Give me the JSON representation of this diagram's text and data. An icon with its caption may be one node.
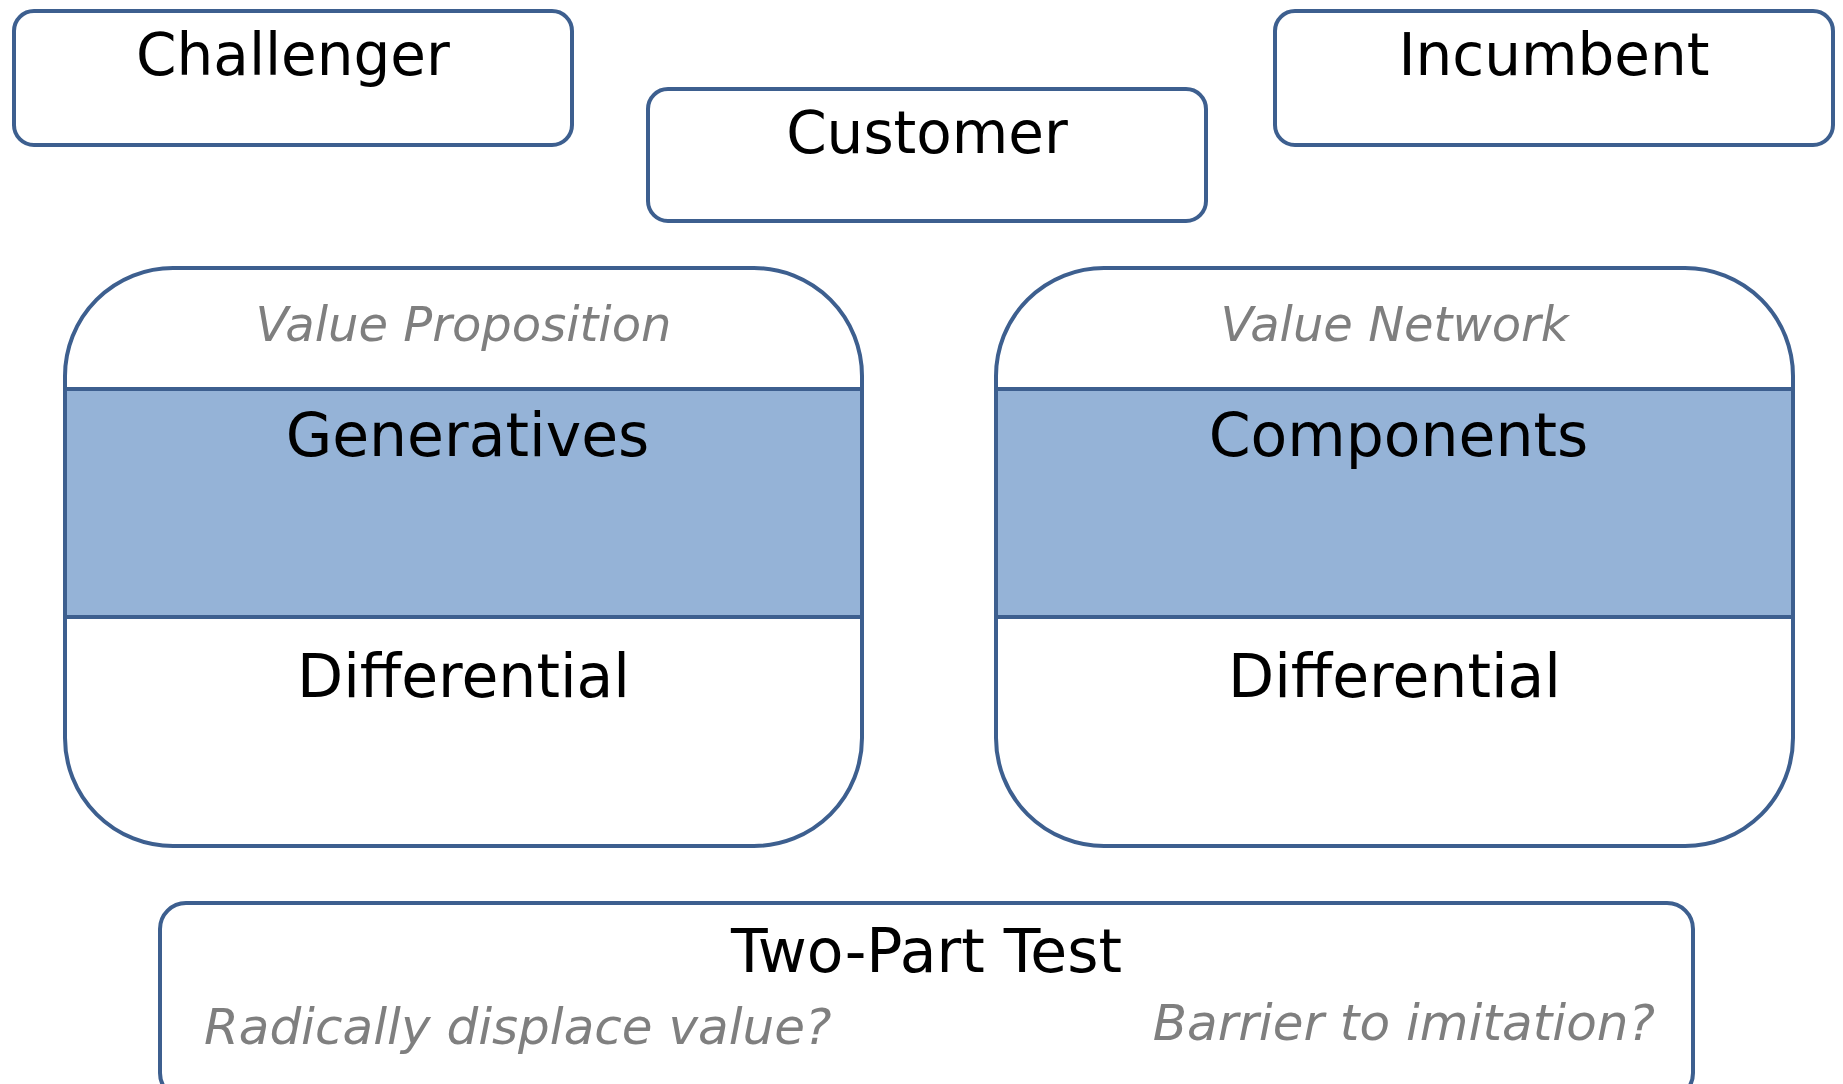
{
  "diagram": {
    "nodes": [
      {
        "text": [
          "Challenger"
        ]
      },
      {
        "text": [
          "Customer"
        ]
      },
      {
        "text": [
          "Incumbent"
        ]
      },
      {
        "text": [
          "Value Proposition",
          "Differential"
        ]
      },
      {
        "text": [
          "Generatives"
        ],
        "in": 3
      },
      {
        "text": [
          "Value Network",
          "Differential"
        ]
      },
      {
        "text": [
          "Components"
        ],
        "in": 5
      },
      {
        "text": [
          "Two-Part Test",
          "Radically displace value?",
          "Barrier to imitation?"
        ]
      }
    ]
  }
}
